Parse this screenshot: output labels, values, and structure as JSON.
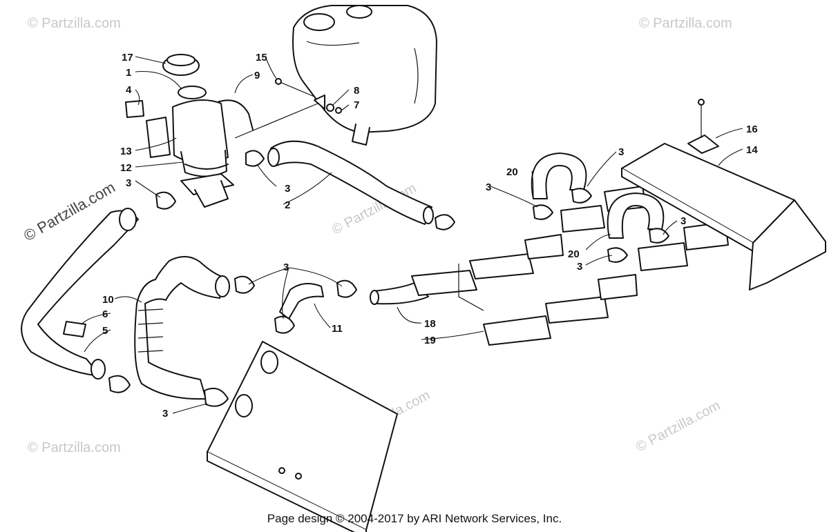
{
  "footer": "Page design © 2004-2017 by ARI Network Services, Inc.",
  "watermark": "© Partzilla.com",
  "watermark_side": "© Partzilla.com",
  "callouts": {
    "c17": "17",
    "c1": "1",
    "c4": "4",
    "c13": "13",
    "c12": "12",
    "c3a": "3",
    "c15": "15",
    "c9": "9",
    "c8": "8",
    "c7": "7",
    "c3b": "3",
    "c2": "2",
    "c20a": "20",
    "c3c": "3",
    "c3d": "3",
    "c16": "16",
    "c14": "14",
    "c3e": "3",
    "c20b": "20",
    "c3f": "3",
    "c3g": "3",
    "c10": "10",
    "c6": "6",
    "c5": "5",
    "c11": "11",
    "c18": "18",
    "c19": "19",
    "c3h": "3"
  },
  "colors": {
    "line": "#111111",
    "watermark": "#c8c8c8",
    "background": "#ffffff"
  }
}
